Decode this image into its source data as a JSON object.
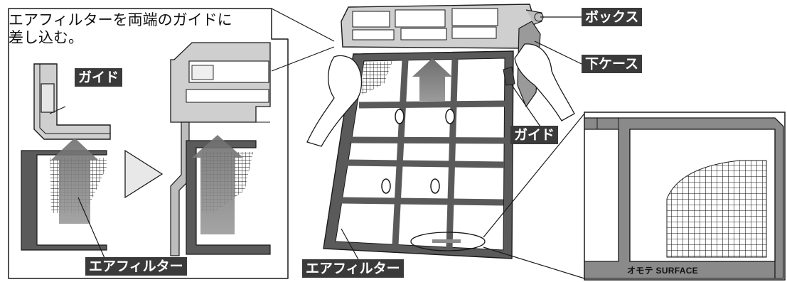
{
  "instruction": {
    "line1": "エアフィルターを両端のガイドに",
    "line2": "差し込む。"
  },
  "labels": {
    "guide_left": "ガイド",
    "filter_left": "エアフィルター",
    "box": "ボックス",
    "lower_case": "下ケース",
    "guide_right": "ガイド",
    "filter_center": "エアフィルター",
    "surface_mark": "オモテ SURFACE"
  },
  "colors": {
    "line": "#1a1a1a",
    "frame_gray": "#7a7a7a",
    "label_bg": "#3a3a3a",
    "arrow_gray": "#8a8a8a"
  }
}
